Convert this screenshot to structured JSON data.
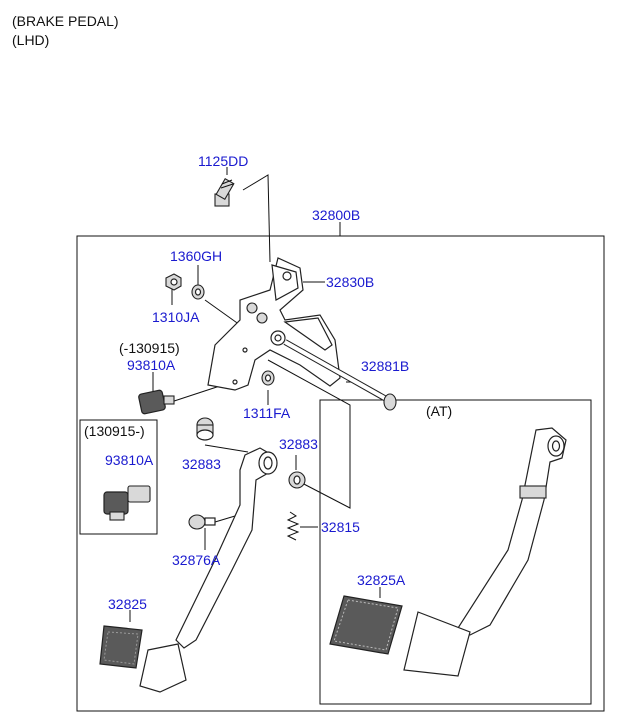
{
  "header": {
    "line1": "(BRAKE PEDAL)",
    "line2": "(LHD)"
  },
  "labels": {
    "p1125DD": "1125DD",
    "p32800B": "32800B",
    "p1360GH": "1360GH",
    "p32830B": "32830B",
    "p1310JA": "1310JA",
    "p130915_minus": "(-130915)",
    "p93810A_top": "93810A",
    "p32881B": "32881B",
    "p1311FA": "1311FA",
    "p130915_plus": "(130915-)",
    "p93810A_box": "93810A",
    "p32883_left": "32883",
    "p32883_right": "32883",
    "p32815": "32815",
    "p32876A": "32876A",
    "p32825": "32825",
    "p32825A": "32825A",
    "at": "(AT)"
  },
  "colors": {
    "label": "#1a1acf",
    "line": "#111111"
  }
}
